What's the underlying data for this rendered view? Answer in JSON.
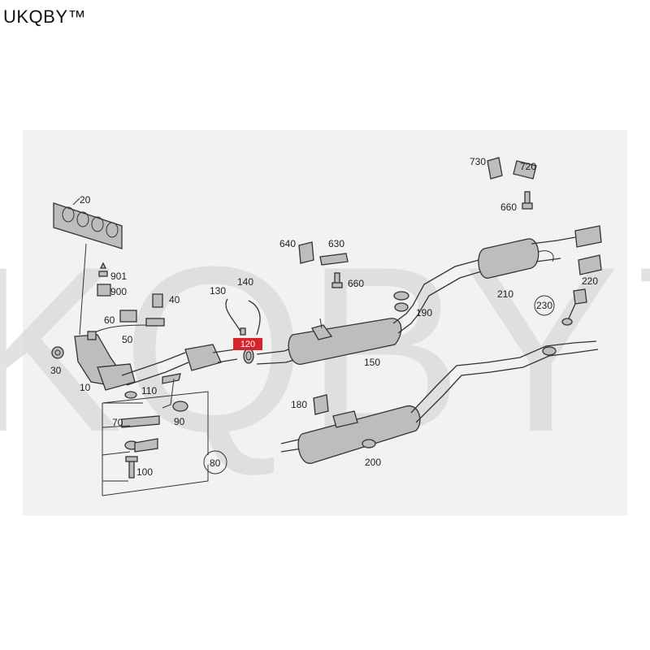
{
  "brand": {
    "text": "UKQBY™"
  },
  "watermark": {
    "text": "UKQBY™",
    "color": "#d9d9d9"
  },
  "highlight": {
    "color": "#d9232a",
    "label": "120"
  },
  "callouts": {
    "c10": "10",
    "c20": "20",
    "c30": "30",
    "c40": "40",
    "c50": "50",
    "c60": "60",
    "c70": "70",
    "c80": "80",
    "c90": "90",
    "c100": "100",
    "c110": "110",
    "c130": "130",
    "c140": "140",
    "c150": "150",
    "c180": "180",
    "c190": "190",
    "c200": "200",
    "c210": "210",
    "c220": "220",
    "c230": "230",
    "c630": "630",
    "c640": "640",
    "c660a": "660",
    "c660b": "660",
    "c720": "720",
    "c730": "730",
    "c900": "900",
    "c901": "901"
  }
}
